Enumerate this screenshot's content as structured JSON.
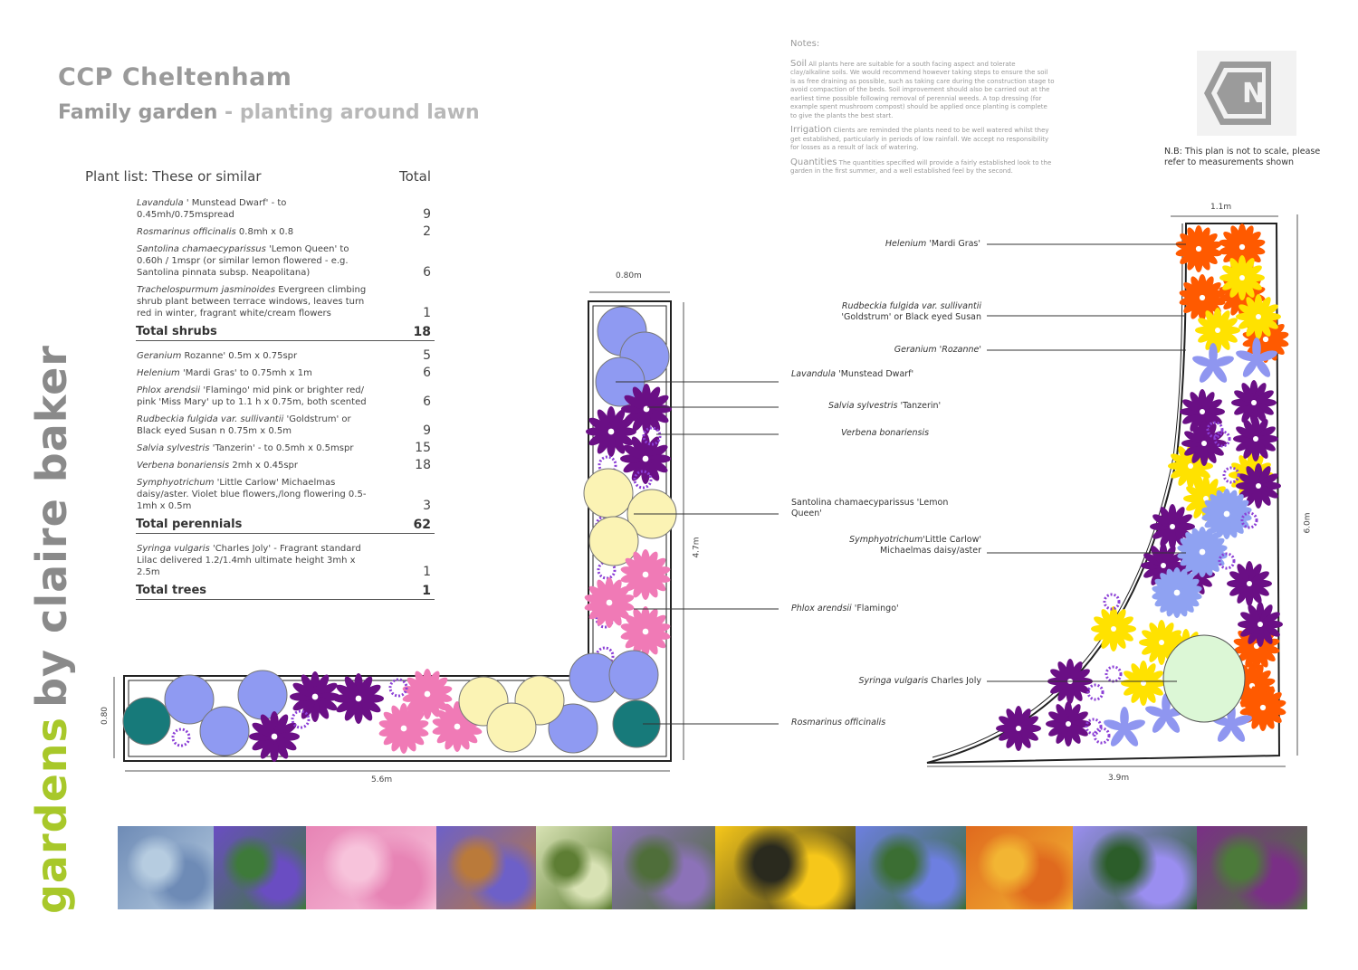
{
  "header": {
    "title": "CCP Cheltenham",
    "subtitle_a": "Family garden",
    "subtitle_b": "- planting around lawn"
  },
  "brand": {
    "part1": "gardens",
    "part2": "by",
    "part3": "claire baker"
  },
  "plant_list": {
    "heading": "Plant list: These or similar",
    "total_heading": "Total",
    "shrubs": [
      {
        "name": "Lavandula",
        "desc": " ' Munstead  Dwarf'  - to 0.45mh/0.75mspread",
        "qty": "9"
      },
      {
        "name": "Rosmarinus officinalis",
        "desc": " 0.8mh x 0.8",
        "qty": "2"
      },
      {
        "name": "Santolina chamaecyparissus",
        "desc": "  'Lemon Queen' to 0.60h / 1mspr (or similar lemon flowered - e.g. Santolina pinnata subsp. Neapolitana)",
        "qty": "6"
      },
      {
        "name": "Trachelospurmum jasminoides",
        "desc": "  Evergreen climbing shrub plant between terrace windows, leaves turn red in winter, fragrant white/cream flowers",
        "qty": "1"
      }
    ],
    "total_shrubs": {
      "label": "Total shrubs",
      "value": "18"
    },
    "perennials": [
      {
        "name": "Geranium",
        "desc": " Rozanne'  0.5m x 0.75spr",
        "qty": "5"
      },
      {
        "name": "Helenium",
        "desc": "  'Mardi Gras'  to 0.75mh x 1m",
        "qty": "6"
      },
      {
        "name": "Phlox arendsii",
        "desc": "  'Flamingo' mid pink or brighter red/ pink 'Miss Mary' up to 1.1 h x 0.75m, both scented",
        "qty": "6"
      },
      {
        "name": "Rudbeckia fulgida var. sullivantii",
        "desc": " 'Goldstrum' or Black eyed Susan n 0.75m x 0.5m",
        "qty": "9"
      },
      {
        "name": "Salvia sylvestris",
        "desc": " 'Tanzerin' - to 0.5mh x 0.5mspr",
        "qty": "15"
      },
      {
        "name": "Verbena bonariensis",
        "desc": "  2mh x 0.45spr",
        "qty": "18"
      },
      {
        "name": "Symphyotrichum",
        "desc": " 'Little Carlow' Michaelmas daisy/aster.  Violet blue flowers,/long flowering 0.5-1mh x 0.5m",
        "qty": "3"
      }
    ],
    "total_perennials": {
      "label": "Total perennials",
      "value": "62"
    },
    "trees": [
      {
        "name": "Syringa vulgaris",
        "desc": " 'Charles Joly' - Fragrant standard Lilac delivered 1.2/1.4mh ultimate height 3mh x 2.5m",
        "qty": "1"
      }
    ],
    "total_trees": {
      "label": "Total trees",
      "value": "1"
    }
  },
  "notes": {
    "heading": "Notes:",
    "soil_key": "Soil",
    "soil": " All plants here are suitable for a south facing aspect and tolerate clay/alkaline soils. We would recommend however taking steps to ensure the soil is as free draining as possible, such as taking care during the construction stage to avoid compaction of the beds. Soil improvement should also be carried out at the earliest time possible following removal of perennial weeds.  A top dressing (for example spent mushroom compost) should be applied once planting is complete to give the plants the best start.",
    "irrigation_key": "Irrigation",
    "irrigation": " Clients are reminded the plants need to be well watered whilst they get established, particularly in periods of low rainfall. We accept no responsibility for losses as a result of lack of watering.",
    "quantities_key": "Quantities",
    "quantities": " The quantities specified will provide a fairly established look to the garden in the first summer, and a well established feel by the second."
  },
  "compass": {
    "letter": "N"
  },
  "nb": "N.B: This plan is not to scale, please refer to measurements shown",
  "dims": {
    "top_l": "0.80m",
    "side_l": "4.7m",
    "left_l": "0.80",
    "bottom_l": "5.6m",
    "top_r": "1.1m",
    "side_r": "6.0m",
    "bottom_r": "3.9m"
  },
  "labels_mid": [
    {
      "i": "Lavandula",
      "t": " 'Munstead  Dwarf'"
    },
    {
      "i": "Salvia sylvestris",
      "t": " 'Tanzerin'"
    },
    {
      "i": "Verbena bonariensis",
      "t": ""
    },
    {
      "i": "",
      "t": "Santolina chamaecyparissus  'Lemon Queen'"
    },
    {
      "i": "Phlox arendsii",
      "t": " 'Flamingo'"
    },
    {
      "i": "Rosmarinus officinalis",
      "t": ""
    }
  ],
  "labels_right": [
    {
      "i": "Helenium",
      "t": "  'Mardi Gras'"
    },
    {
      "i": "Rudbeckia fulgida var. sullivantii",
      "t": "'Goldstrum' or Black eyed Susan"
    },
    {
      "i": "Geranium 'Rozanne'",
      "t": ""
    },
    {
      "i": "Symphyotrichum",
      "t": "'Little Carlow' Michaelmas daisy/aster"
    },
    {
      "i": "Syringa vulgaris",
      "t": " Charles Joly"
    }
  ],
  "colors": {
    "lavender": "#8f9af2",
    "santolina": "#fbf3b4",
    "rosemary": "#177a7a",
    "salvia": "#6a0f85",
    "phlox": "#f07ab6",
    "helenium": "#ff5a00",
    "rudbeckia": "#ffe200",
    "geranium": "#8f96f0",
    "aster": "#8fa2f2",
    "lilac": "#dcf7d6",
    "brand_green": "#a8c82a"
  },
  "photos": [
    "rosemary",
    "salvia",
    "phlox",
    "lavender with butterfly",
    "santolina",
    "verbena",
    "rudbeckia",
    "geranium",
    "helenium",
    "aster",
    "lilac"
  ]
}
